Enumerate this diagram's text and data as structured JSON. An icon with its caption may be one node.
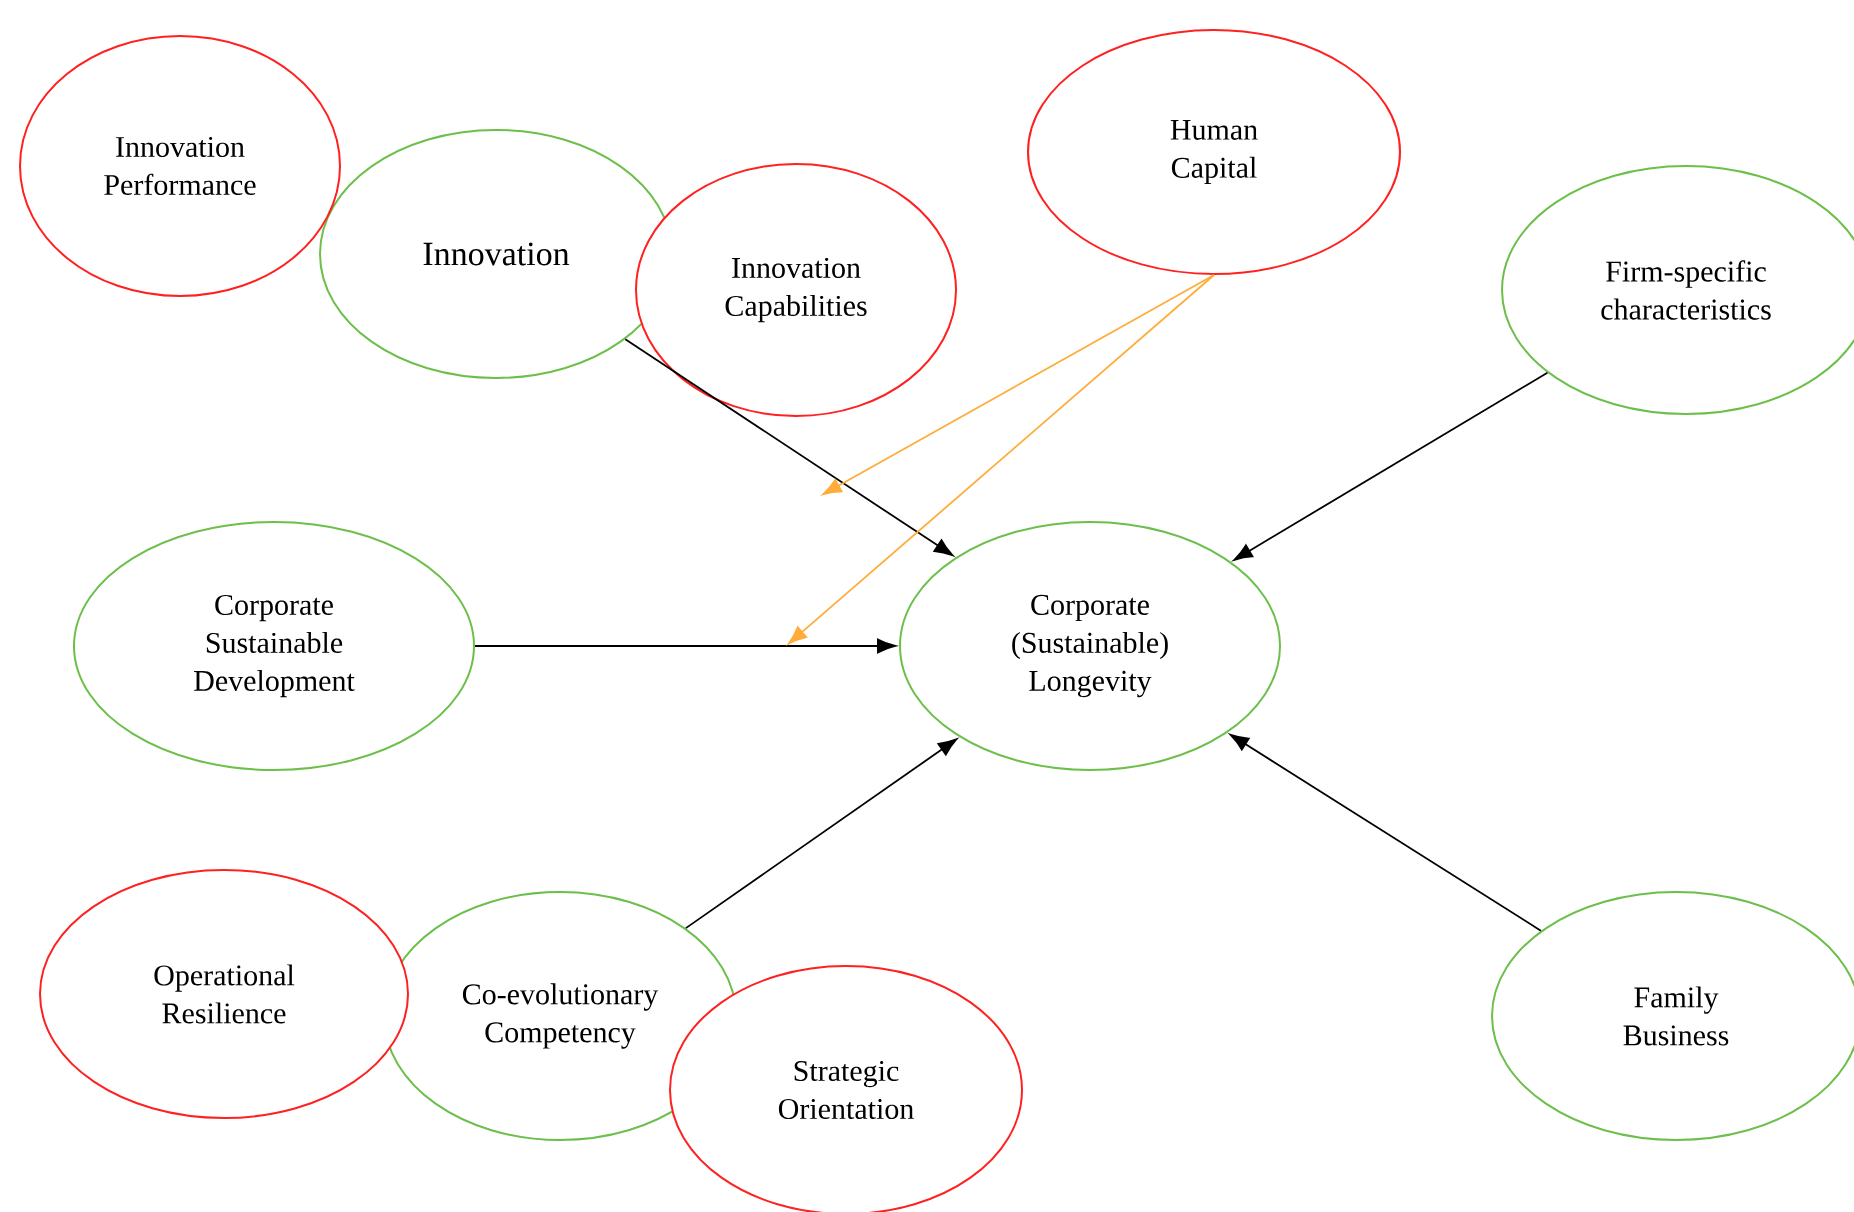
{
  "diagram": {
    "nodes": [
      {
        "text": [
          "Innovation Performance"
        ]
      },
      {
        "text": [
          "Innovation"
        ]
      },
      {
        "text": [
          "Innovation Capabilities"
        ]
      },
      {
        "text": [
          "Human Capital"
        ]
      },
      {
        "text": [
          "Firm-specific characteristics"
        ]
      },
      {
        "text": [
          "Corporate Sustainable Development"
        ]
      },
      {
        "text": [
          "Corporate (Sustainable) Longevity"
        ]
      },
      {
        "text": [
          "Operational Resilience"
        ]
      },
      {
        "text": [
          "Co-evolutionary Competency"
        ]
      },
      {
        "text": [
          "Strategic Orientation"
        ]
      },
      {
        "text": [
          "Family Business"
        ]
      }
    ],
    "edges": [
      {
        "from": 1,
        "to": 6,
        "arrow": "to"
      },
      {
        "from": 4,
        "to": 6,
        "arrow": "to"
      },
      {
        "from": 5,
        "to": 6,
        "arrow": "to"
      },
      {
        "from": 8,
        "to": 6,
        "arrow": "to"
      },
      {
        "from": 10,
        "to": 6,
        "arrow": "to"
      },
      {
        "from": 3,
        "to": null,
        "arrow": "to",
        "color": "#ff8c1a"
      },
      {
        "from": 3,
        "to": null,
        "arrow": "to",
        "color": "#ff8c1a"
      }
    ]
  }
}
